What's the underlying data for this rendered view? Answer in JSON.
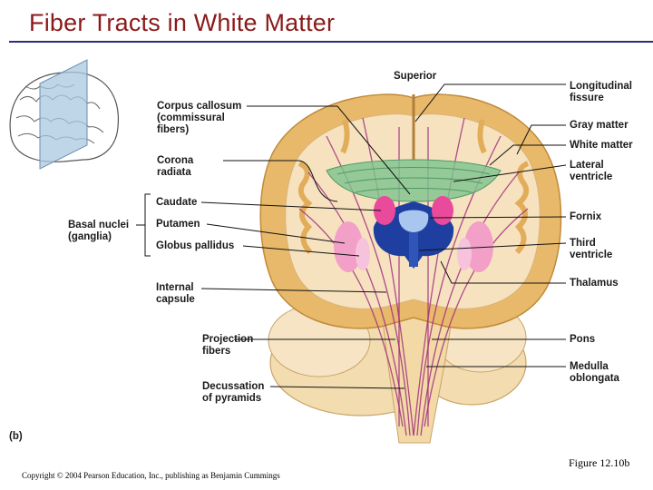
{
  "title": "Fiber Tracts in White Matter",
  "orientation_label": "Superior",
  "panel_label": "(b)",
  "group_label": "Basal nuclei\n(ganglia)",
  "labels_left": [
    {
      "key": "corpus-callosum",
      "text": "Corpus callosum\n(commissural\nfibers)"
    },
    {
      "key": "corona-radiata",
      "text": "Corona\nradiata"
    },
    {
      "key": "caudate",
      "text": "Caudate"
    },
    {
      "key": "putamen",
      "text": "Putamen"
    },
    {
      "key": "globus-pallidus",
      "text": "Globus pallidus"
    },
    {
      "key": "internal-capsule",
      "text": "Internal\ncapsule"
    },
    {
      "key": "projection-fibers",
      "text": "Projection\nfibers"
    },
    {
      "key": "decussation",
      "text": "Decussation\nof pyramids"
    }
  ],
  "labels_right": [
    {
      "key": "longitudinal-fissure",
      "text": "Longitudinal\nfissure"
    },
    {
      "key": "gray-matter",
      "text": "Gray matter"
    },
    {
      "key": "white-matter",
      "text": "White matter"
    },
    {
      "key": "lateral-ventricle",
      "text": "Lateral\nventricle"
    },
    {
      "key": "fornix",
      "text": "Fornix"
    },
    {
      "key": "third-ventricle",
      "text": "Third\nventricle"
    },
    {
      "key": "thalamus",
      "text": "Thalamus"
    },
    {
      "key": "pons",
      "text": "Pons"
    },
    {
      "key": "medulla",
      "text": "Medulla\noblongata"
    }
  ],
  "figure_caption": "Figure 12.10b",
  "copyright": "Copyright © 2004 Pearson Education, Inc., publishing as Benjamin Cummings",
  "colors": {
    "title": "#8b1a1a",
    "rule": "#2a2f7a",
    "gray_matter": "#e8b96a",
    "white_matter": "#f7e2bf",
    "fibers": "#a0307f",
    "corpus_callosum": "#7cc48e",
    "ventricle": "#1f3fa0",
    "basal_nuclei": "#ea4a9b"
  }
}
